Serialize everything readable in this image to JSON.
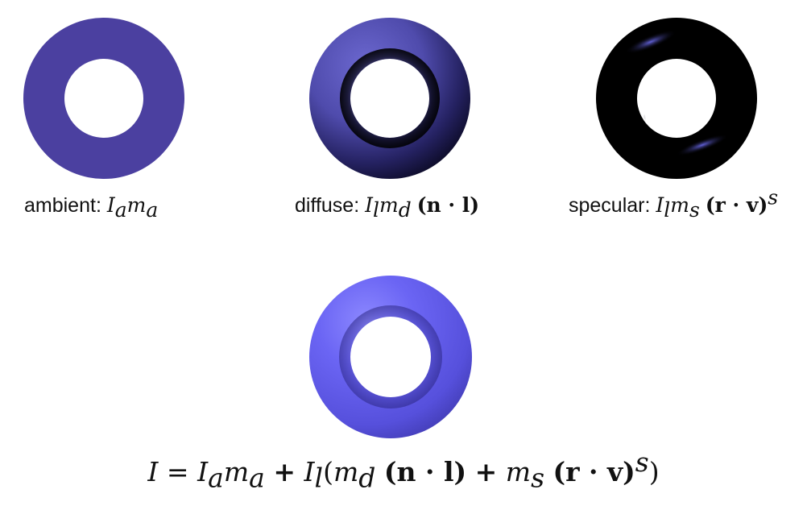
{
  "captions": {
    "ambient": {
      "label": "ambient:",
      "I": "I",
      "I_sub": "a",
      "m": "m",
      "m_sub": "a"
    },
    "diffuse": {
      "label": "diffuse:",
      "I": "I",
      "I_sub": "l",
      "m": "m",
      "m_sub": "d",
      "dot": "(n · l)"
    },
    "specular": {
      "label": "specular:",
      "I": "I",
      "I_sub": "l",
      "m": "m",
      "m_sub": "s",
      "dot": "(r · v)",
      "exp": "s"
    }
  },
  "formula": {
    "lhs": "I =",
    "Ia": "I",
    "Ia_sub": "a",
    "ma": "m",
    "ma_sub": "a",
    "plus1": "+",
    "Il": "I",
    "Il_sub": "l",
    "open": "(",
    "md": "m",
    "md_sub": "d",
    "nl": "(n · l)",
    "plus2": "+",
    "ms": "m",
    "ms_sub": "s",
    "rv": "(r · v)",
    "exp": "s",
    "close": ")"
  },
  "colors": {
    "ambient_torus": "#4b40a0",
    "diffuse_base": "#5552b4",
    "specular_highlight": "#4a4cd8",
    "combined_torus": "#6a63f2",
    "shadow": "#000000"
  }
}
